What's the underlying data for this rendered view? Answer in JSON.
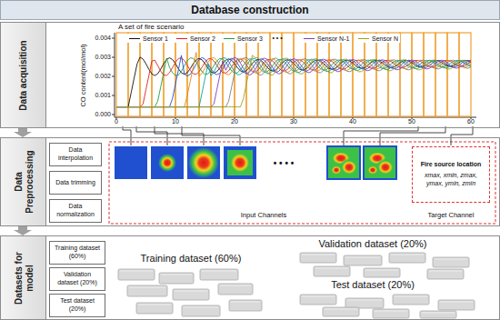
{
  "diagram": {
    "title": "Database construction",
    "nodes": [
      {
        "text": [
          "Data acquisition"
        ]
      },
      {
        "text": [
          "Data Preprocessing"
        ]
      },
      {
        "text": [
          "Data interpolation"
        ],
        "in": 1
      },
      {
        "text": [
          "Data trimming"
        ],
        "in": 1
      },
      {
        "text": [
          "Data normalization"
        ],
        "in": 1
      },
      {
        "text": [
          "Fire source location",
          "xmax, xmin, zmax, ymax, ymin, zmin"
        ],
        "in": 1
      },
      {
        "text": [
          "Datasets for model"
        ]
      },
      {
        "text": [
          "Training dataset (60%)"
        ],
        "in": 6
      },
      {
        "text": [
          "Validation dataset (20%)"
        ],
        "in": 6
      },
      {
        "text": [
          "Test dataset (20%)"
        ],
        "in": 6
      }
    ],
    "edges": [
      {
        "from": 0,
        "to": 1,
        "arrow": "to"
      },
      {
        "from": 1,
        "to": 6,
        "arrow": "to"
      }
    ],
    "labels": [
      "A set of fire scenario",
      "• • •",
      "CO content(mol/mol)",
      "0.004",
      "0.003",
      "0.002",
      "0.001",
      "0.000",
      "0",
      "10",
      "20",
      "30",
      "40",
      "50",
      "60",
      "• • • •",
      "Input Channels",
      "Target Channel",
      "Training dataset (60%)",
      "Validation dataset (20%)",
      "Test dataset (20%)"
    ],
    "legend": [
      {
        "text": "Sensor 1"
      },
      {
        "text": "Sensor 2"
      },
      {
        "text": "Sensor 3"
      },
      {
        "text": "Sensor N-1"
      },
      {
        "text": "Sensor N"
      }
    ]
  }
}
